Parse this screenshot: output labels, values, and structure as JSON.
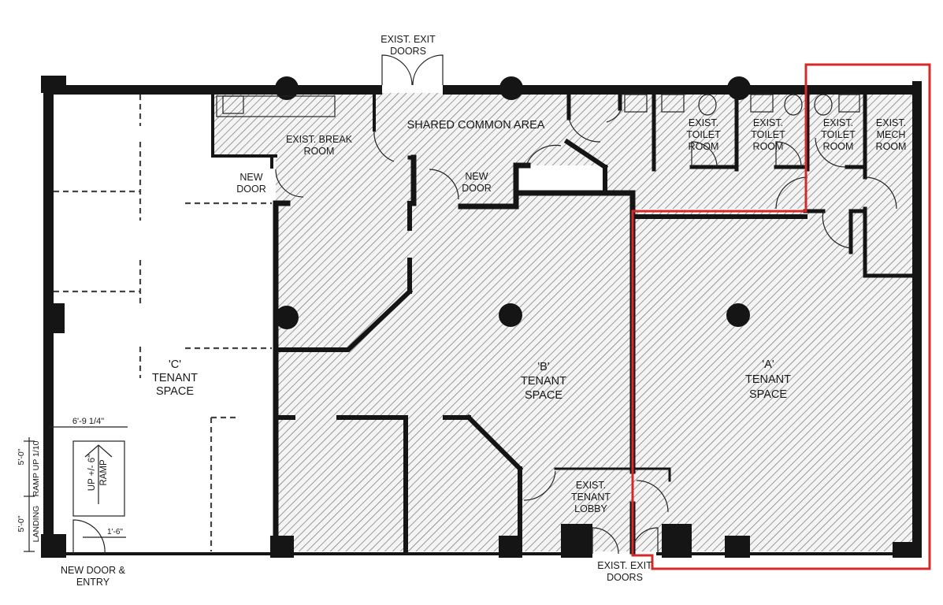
{
  "labels": {
    "exit_top_1": "EXIST. EXIT",
    "exit_top_2": "DOORS",
    "common_area": "SHARED COMMON AREA",
    "break_1": "EXIST. BREAK",
    "break_2": "ROOM",
    "new_door_1a": "NEW",
    "new_door_1b": "DOOR",
    "new_door_2a": "NEW",
    "new_door_2b": "DOOR",
    "toilet1_1": "EXIST.",
    "toilet1_2": "TOILET",
    "toilet1_3": "ROOM",
    "toilet2_1": "EXIST.",
    "toilet2_2": "TOILET",
    "toilet2_3": "ROOM",
    "toilet3_1": "EXIST.",
    "toilet3_2": "TOILET",
    "toilet3_3": "ROOM",
    "mech_1": "EXIST.",
    "mech_2": "MECH",
    "mech_3": "ROOM",
    "space_c_1": "'C'",
    "space_c_2": "TENANT",
    "space_c_3": "SPACE",
    "space_b_1": "'B'",
    "space_b_2": "TENANT",
    "space_b_3": "SPACE",
    "space_a_1": "'A'",
    "space_a_2": "TENANT",
    "space_a_3": "SPACE",
    "lobby_1": "EXIST.",
    "lobby_2": "TENANT",
    "lobby_3": "LOBBY",
    "exit_bot_1": "EXIST. EXIT",
    "exit_bot_2": "DOORS",
    "entry_1": "NEW DOOR &",
    "entry_2": "ENTRY",
    "dim_width": "6'-9 1/4\"",
    "dim_ramp_len": "5'-0\"",
    "dim_ramp_label": "RAMP UP 1/10",
    "dim_landing_len": "5'-0\"",
    "dim_landing_label": "LANDING",
    "ramp_up": "UP +/- 6\"",
    "ramp": "RAMP",
    "dim_door": "1'-6\""
  },
  "colors": {
    "highlight": "#d42a2a",
    "wall": "#151515",
    "hatch": "#6a6a6a"
  }
}
